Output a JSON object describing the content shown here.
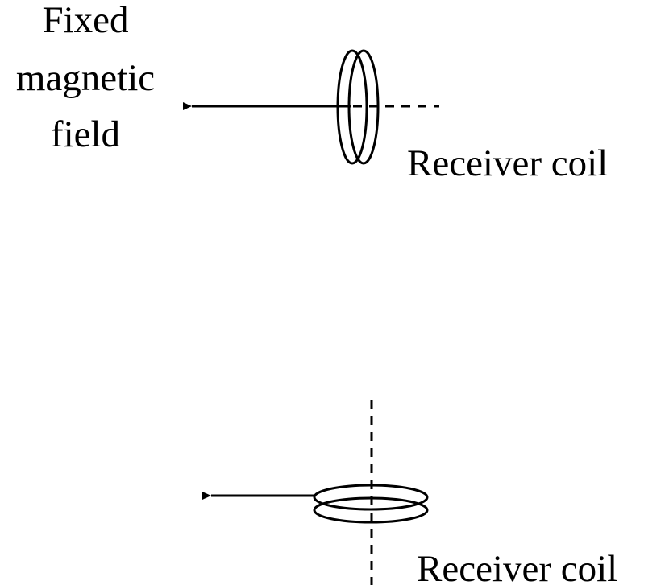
{
  "diagram": {
    "field_label_lines": [
      "Fixed",
      "magnetic",
      "field"
    ],
    "top_coil_label": "Receiver coil",
    "bottom_coil_label": "Receiver coil",
    "colors": {
      "ink": "#000000",
      "background": "#ffffff"
    }
  }
}
